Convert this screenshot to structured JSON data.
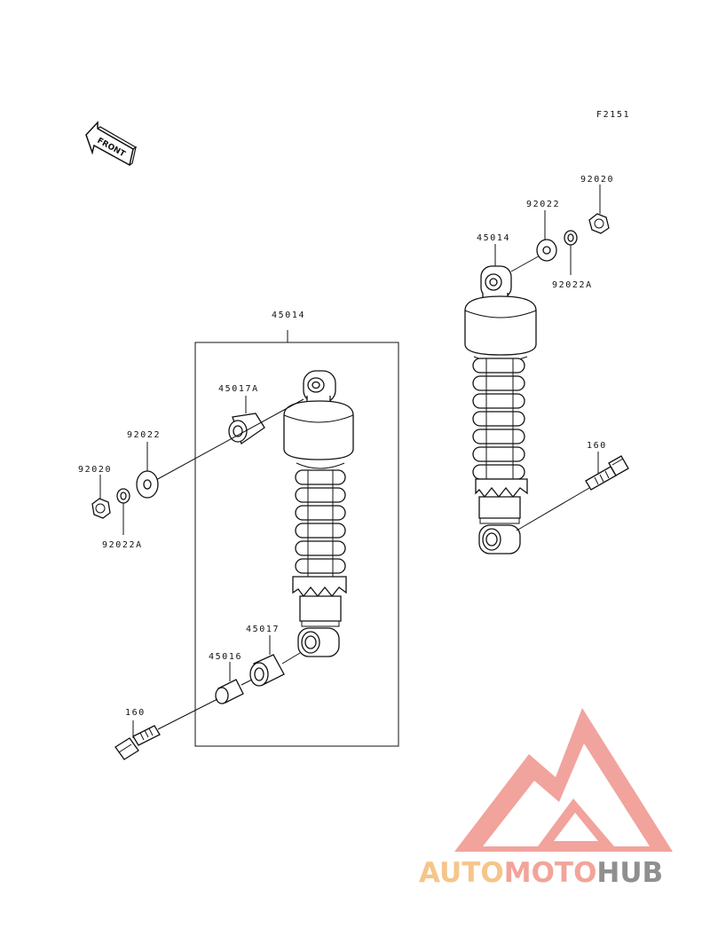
{
  "diagram": {
    "figure_code": "F2151",
    "front_label": "FRONT",
    "labels": {
      "left_45014": "45014",
      "left_45017A": "45017A",
      "left_92022": "92022",
      "left_92020": "92020",
      "left_92022A": "92022A",
      "left_45017": "45017",
      "left_45016": "45016",
      "left_160": "160",
      "right_92020": "92020",
      "right_92022": "92022",
      "right_45014": "45014",
      "right_92022A": "92022A",
      "right_160": "160"
    }
  },
  "watermark": {
    "part1": "AUTO",
    "part2": "MOTO",
    "part3": "HUB",
    "colors": {
      "auto": "#f6c58a",
      "moto": "#f2a49a",
      "hub": "#8f8f8f",
      "logo": "#f09a92"
    }
  }
}
